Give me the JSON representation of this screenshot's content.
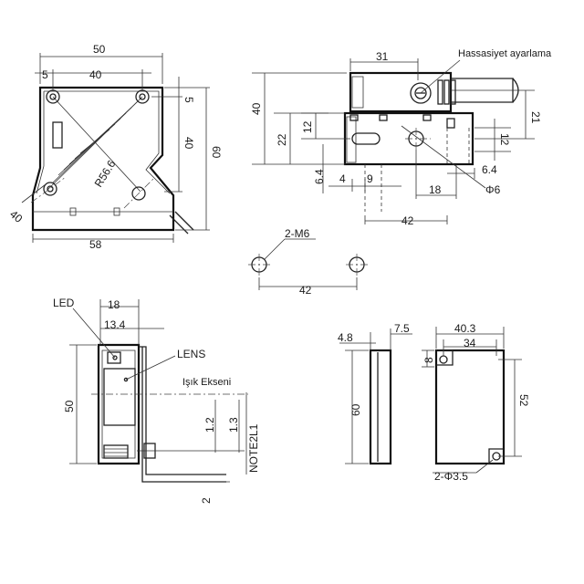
{
  "labels": {
    "front_width": "50",
    "front_left": "5",
    "front_inner": "40",
    "front_top_right": "5",
    "front_h_inner": "40",
    "front_height": "60",
    "front_base": "58",
    "front_radius": "R56.6",
    "front_angle": "40",
    "side_width": "31",
    "side_height": "40",
    "side_h22": "22",
    "side_h12_left": "12",
    "side_h21": "21",
    "side_h12_right": "12",
    "side_v64_left": "6.4",
    "side_h4": "4",
    "side_h9": "9",
    "side_h64_right": "6.4",
    "side_h18": "18",
    "side_hole": "Φ6",
    "side_base": "42",
    "adjust_label": "Hassasiyet ayarlama",
    "holes_label": "2-M6",
    "holes_spacing": "42",
    "led_label": "LED",
    "lens_label": "LENS",
    "axis_label": "Işık Ekseni",
    "end_w18": "18",
    "end_w134": "13.4",
    "end_h50": "50",
    "end_12": "1.2",
    "end_13": "1.3",
    "note_label": "NOTE2L1",
    "end_2": "2",
    "plate_48": "4.8",
    "plate_75": "7.5",
    "plate_60": "60",
    "plate_403": "40.3",
    "plate_34": "34",
    "plate_8": "8",
    "plate_52": "52",
    "plate_holes": "2-Φ3.5"
  }
}
